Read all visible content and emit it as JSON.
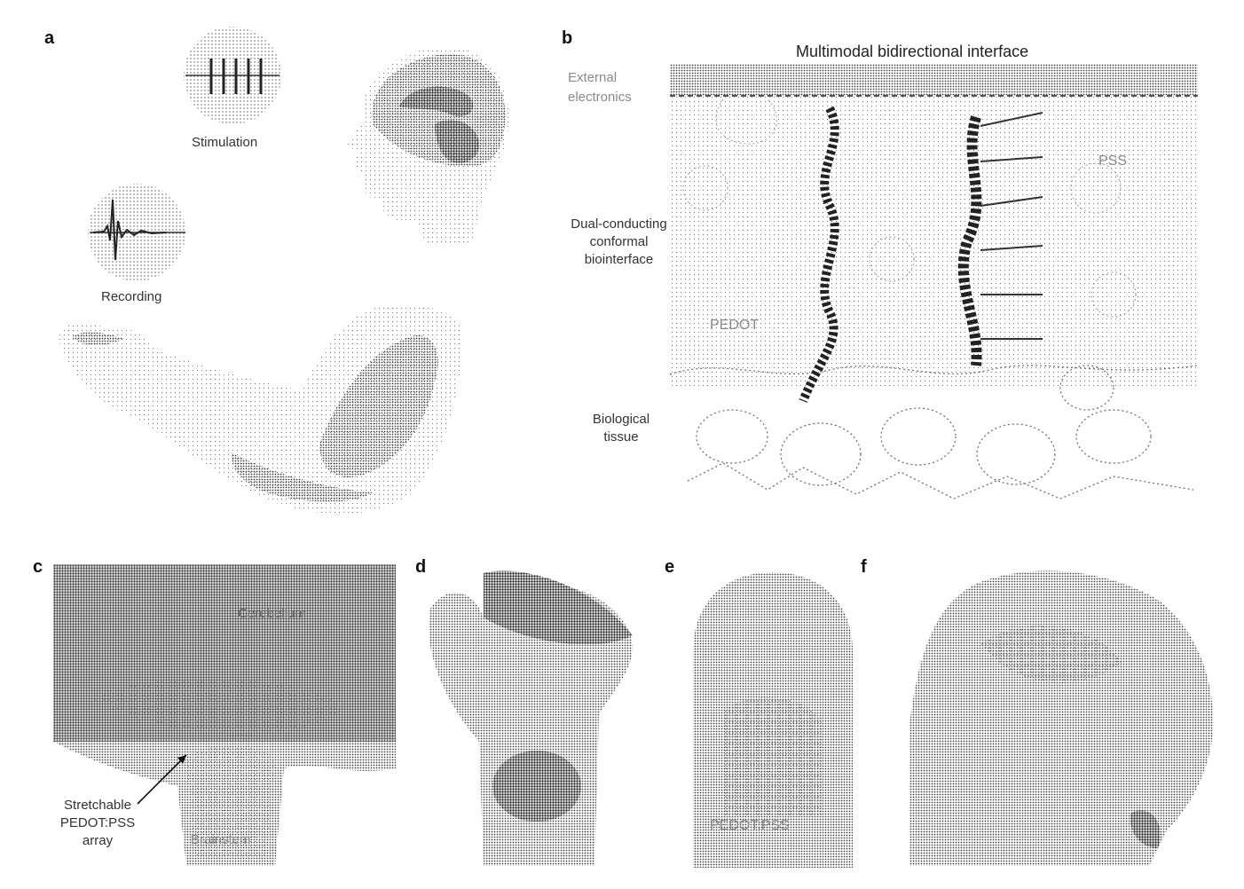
{
  "panels": {
    "a": {
      "letter": "a",
      "stimulation_label": "Stimulation",
      "recording_label": "Recording"
    },
    "b": {
      "letter": "b",
      "title": "Multimodal bidirectional interface",
      "external_label": [
        "External",
        "electronics"
      ],
      "dual_label": [
        "Dual-conducting",
        "conformal",
        "biointerface"
      ],
      "tissue_label": [
        "Biological",
        "tissue"
      ],
      "pedot_label": "PEDOT",
      "pss_label": "PSS"
    },
    "c": {
      "letter": "c",
      "cerebellum_label": "Cerebellum",
      "array_label": [
        "Stretchable",
        "PEDOT:PSS",
        "array"
      ],
      "brainstem_label": "Brainstem"
    },
    "d": {
      "letter": "d"
    },
    "e": {
      "letter": "e",
      "pedot_pss_label": "PEDOT:PSS"
    },
    "f": {
      "letter": "f"
    }
  }
}
